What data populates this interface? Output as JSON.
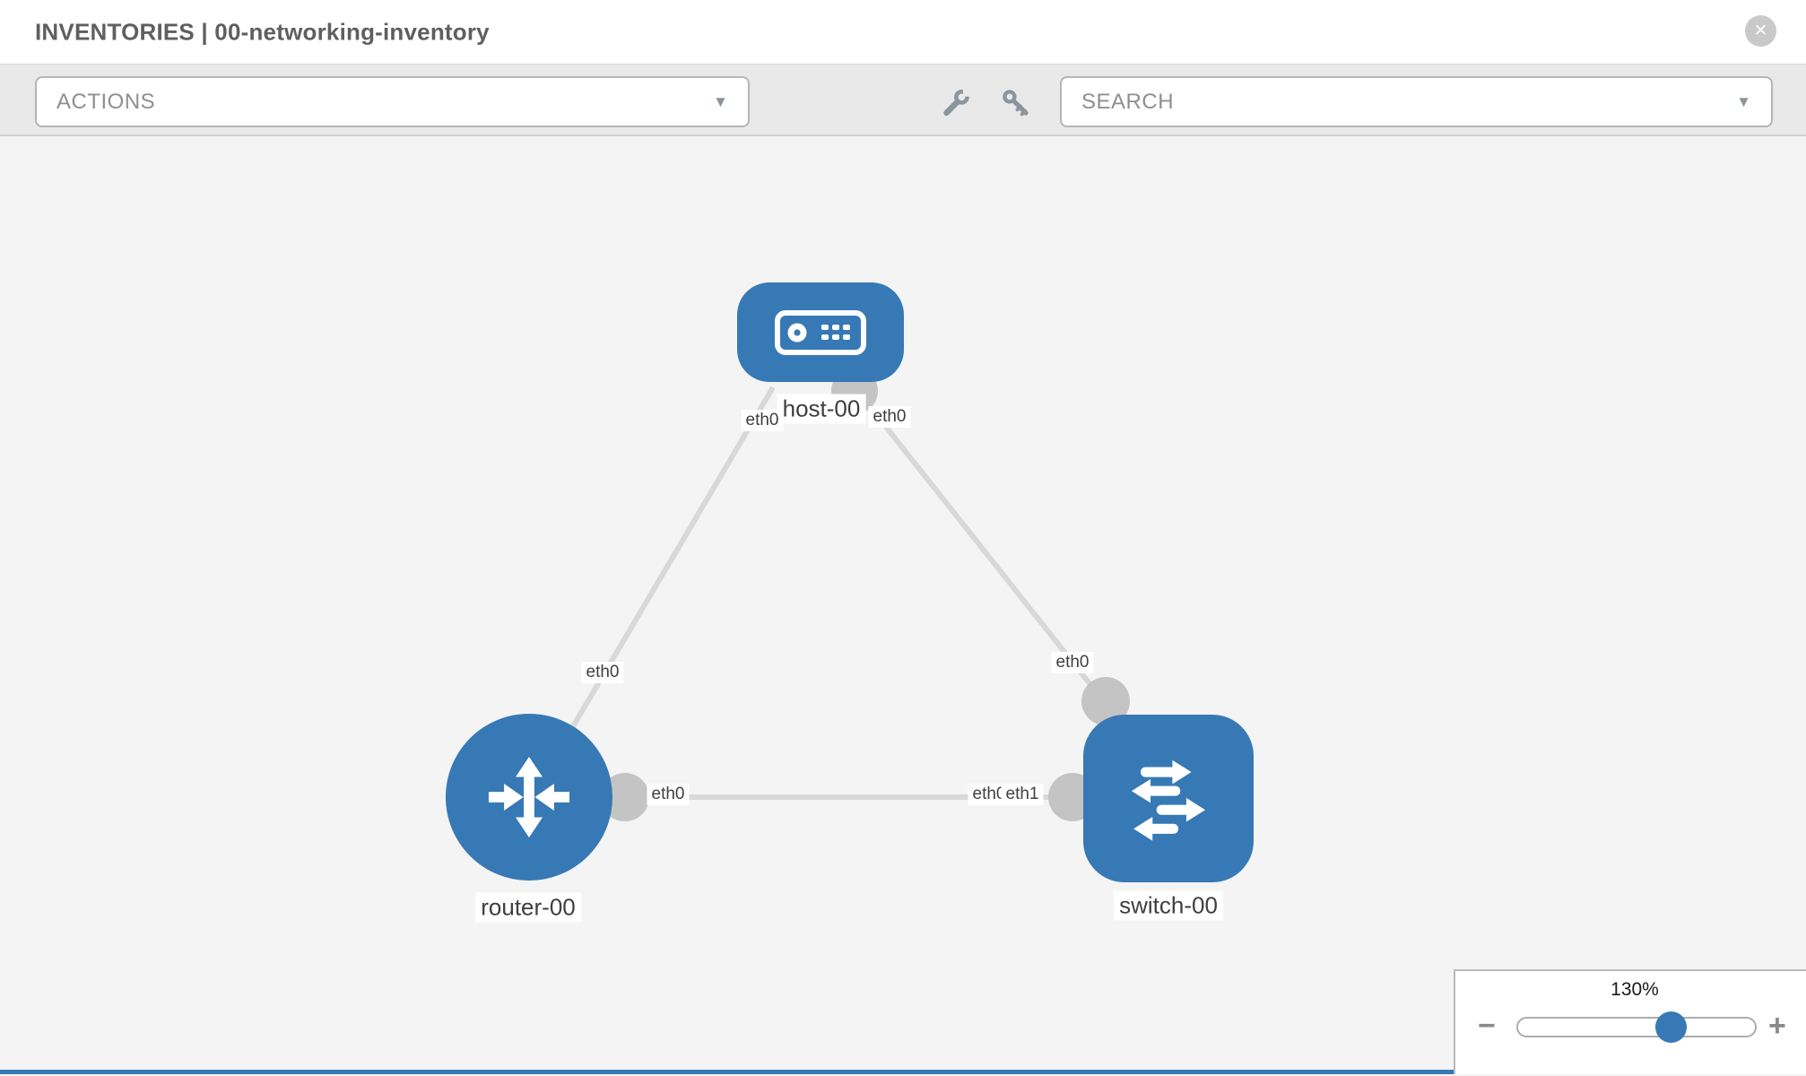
{
  "header": {
    "title": "INVENTORIES | 00-networking-inventory"
  },
  "toolbar": {
    "actions_label": "ACTIONS",
    "search_label": "SEARCH",
    "icon_names": [
      "wrench-icon",
      "key-icon"
    ]
  },
  "icons": {
    "close_glyph": "✕",
    "chevron_down_glyph": "▼",
    "minus_glyph": "−",
    "plus_glyph": "+"
  },
  "topology": {
    "nodes": [
      {
        "id": "host-00",
        "label": "host-00",
        "type": "host"
      },
      {
        "id": "router-00",
        "label": "router-00",
        "type": "router"
      },
      {
        "id": "switch-00",
        "label": "switch-00",
        "type": "switch"
      }
    ],
    "links": [
      {
        "from": "host-00",
        "to": "router-00",
        "from_interface": "eth0",
        "to_interface": "eth0"
      },
      {
        "from": "host-00",
        "to": "switch-00",
        "from_interface": "eth0",
        "to_interface": "eth0"
      },
      {
        "from": "router-00",
        "to": "switch-00",
        "from_interface": "eth0",
        "to_interface": "eth1"
      }
    ],
    "interface_labels": {
      "host_left": "eth0",
      "host_right": "eth0",
      "router_top": "eth0",
      "switch_top": "eth0",
      "router_right": "eth0",
      "switch_left_back": "eth0",
      "switch_left_front": "eth1"
    }
  },
  "zoom_control": {
    "value": "130%",
    "slider_position_percent": 64
  },
  "colors": {
    "node_blue": "#3679b5",
    "link_gray": "#d8d8d8",
    "connector_gray": "#c4c4c4",
    "toolbar_bg": "#e9e9e9",
    "canvas_bg": "#f4f4f4"
  }
}
